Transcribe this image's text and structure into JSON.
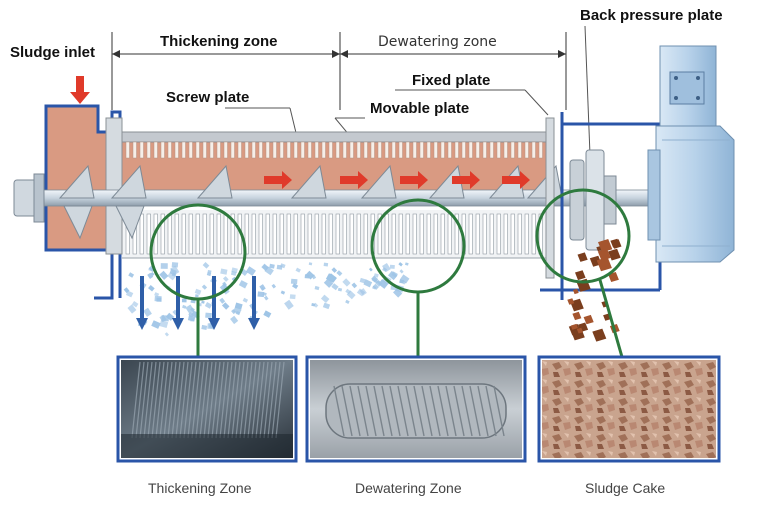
{
  "labels": {
    "sludge_inlet": "Sludge inlet",
    "thickening_zone": "Thickening zone",
    "dewatering_zone": "Dewatering zone",
    "back_pressure_plate": "Back pressure plate",
    "fixed_plate": "Fixed plate",
    "screw_plate": "Screw plate",
    "movable_plate": "Movable plate"
  },
  "photos": [
    {
      "caption": "Thickening Zone"
    },
    {
      "caption": "Dewatering Zone"
    },
    {
      "caption": "Sludge Cake"
    }
  ],
  "colors": {
    "frame_blue": "#2a55a8",
    "sludge": "#d99a82",
    "ring_green": "#2e7a3e",
    "flow_arrow": "#e03a2a",
    "water_blue": "#2f5fa8",
    "droplet": "#9ec4e6",
    "cake_brown": "#7a3e1e",
    "motor": "#b8d2ea"
  }
}
